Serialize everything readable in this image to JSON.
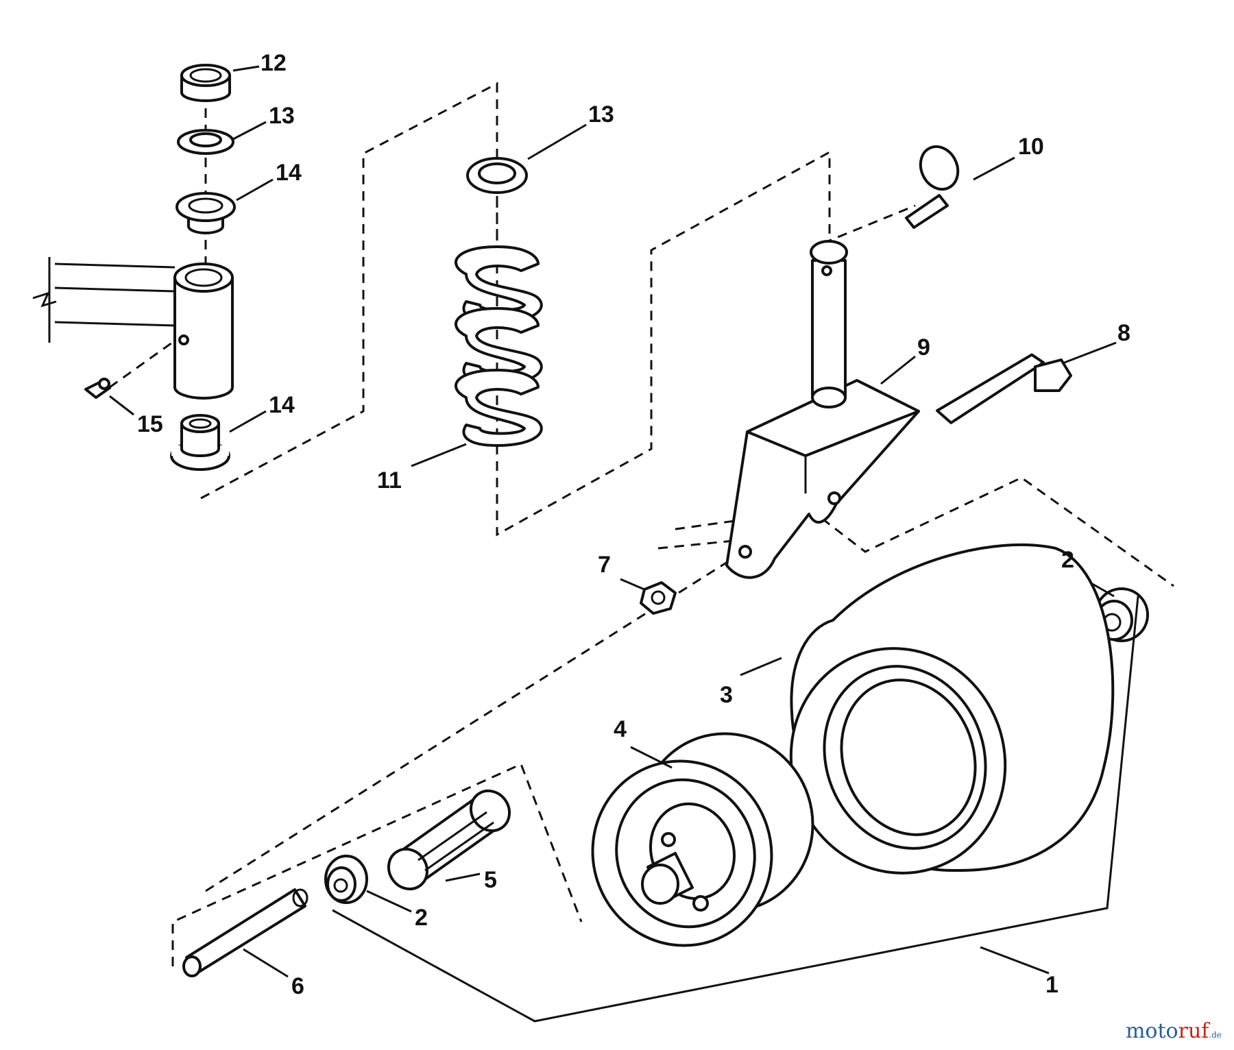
{
  "callouts": {
    "c1": "1",
    "c2a": "2",
    "c2b": "2",
    "c3": "3",
    "c4": "4",
    "c5": "5",
    "c6": "6",
    "c7": "7",
    "c8": "8",
    "c9": "9",
    "c10": "10",
    "c11": "11",
    "c12": "12",
    "c13a": "13",
    "c13b": "13",
    "c14a": "14",
    "c14b": "14",
    "c15": "15"
  },
  "watermark": {
    "brand": "moto",
    "accent": "ruf",
    "suffix": ".de"
  }
}
